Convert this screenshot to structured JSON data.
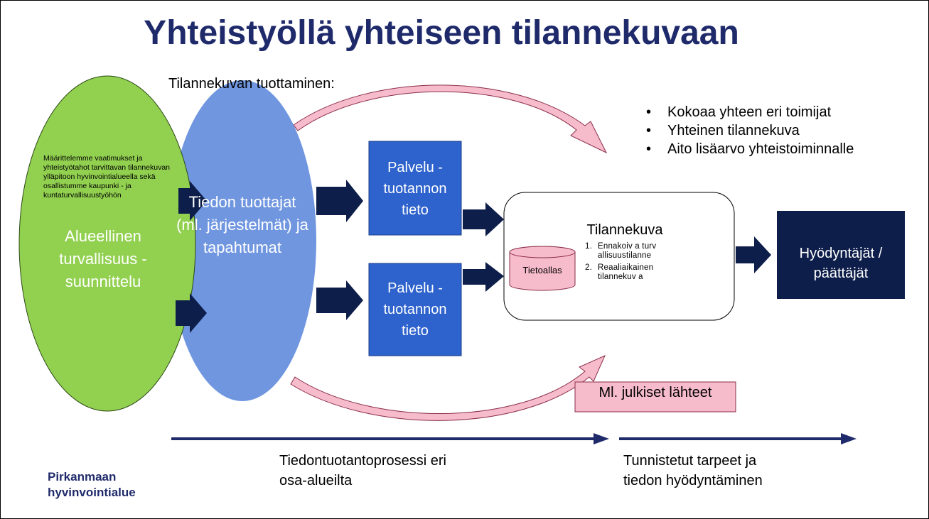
{
  "title": "Yhteistyöllä yhteiseen tilannekuvaan",
  "subtitle": "Tilannekuvan tuottaminen:",
  "bullets": [
    "Kokoaa yhteen eri toimijat",
    "Yhteinen tilannekuva",
    "Aito lisäarvo yhteistoiminnalle"
  ],
  "green_ellipse": {
    "small_text": "Määrittelemme vaatimukset ja yhteistyötahot tarvittavan tilannekuvan ylläpitoon hyvinvointialueella sekä osallistumme kaupunki - ja kuntaturvallisuustyöhön",
    "main_text": "Alueellinen turvallisuus - suunnittelu"
  },
  "blue_ellipse": {
    "main_text": "Tiedon tuottajat (ml. järjestelmät) ja tapahtumat"
  },
  "service_boxes": [
    {
      "label": "Palvelu - tuotannon tieto"
    },
    {
      "label": "Palvelu - tuotannon tieto"
    }
  ],
  "tilannekuva": {
    "title": "Tilannekuva",
    "items": [
      {
        "num": "1.",
        "text": "Ennakoiv a turv allisuustilanne"
      },
      {
        "num": "2.",
        "text": "Reaaliaikainen tilannekuv a"
      }
    ],
    "database_label": "Tietoallas"
  },
  "users_box": {
    "label": "Hyödyntäjät / päättäjät"
  },
  "public_sources": "Ml. julkiset lähteet",
  "timeline": {
    "left_text": "Tiedontuotantoprosessi eri osa-alueilta",
    "right_text": "Tunnistetut tarpeet ja tiedon hyödyntäminen"
  },
  "logo": {
    "line1": "Pirkanmaan",
    "line2": "hyvinvointialue"
  },
  "colors": {
    "title": "#1f2a6b",
    "green": "#92d050",
    "light_blue": "#7096e0",
    "service_blue": "#2e62cc",
    "navy": "#0e1e4a",
    "pink": "#f7bccb",
    "pink_border": "#b03a5e"
  }
}
